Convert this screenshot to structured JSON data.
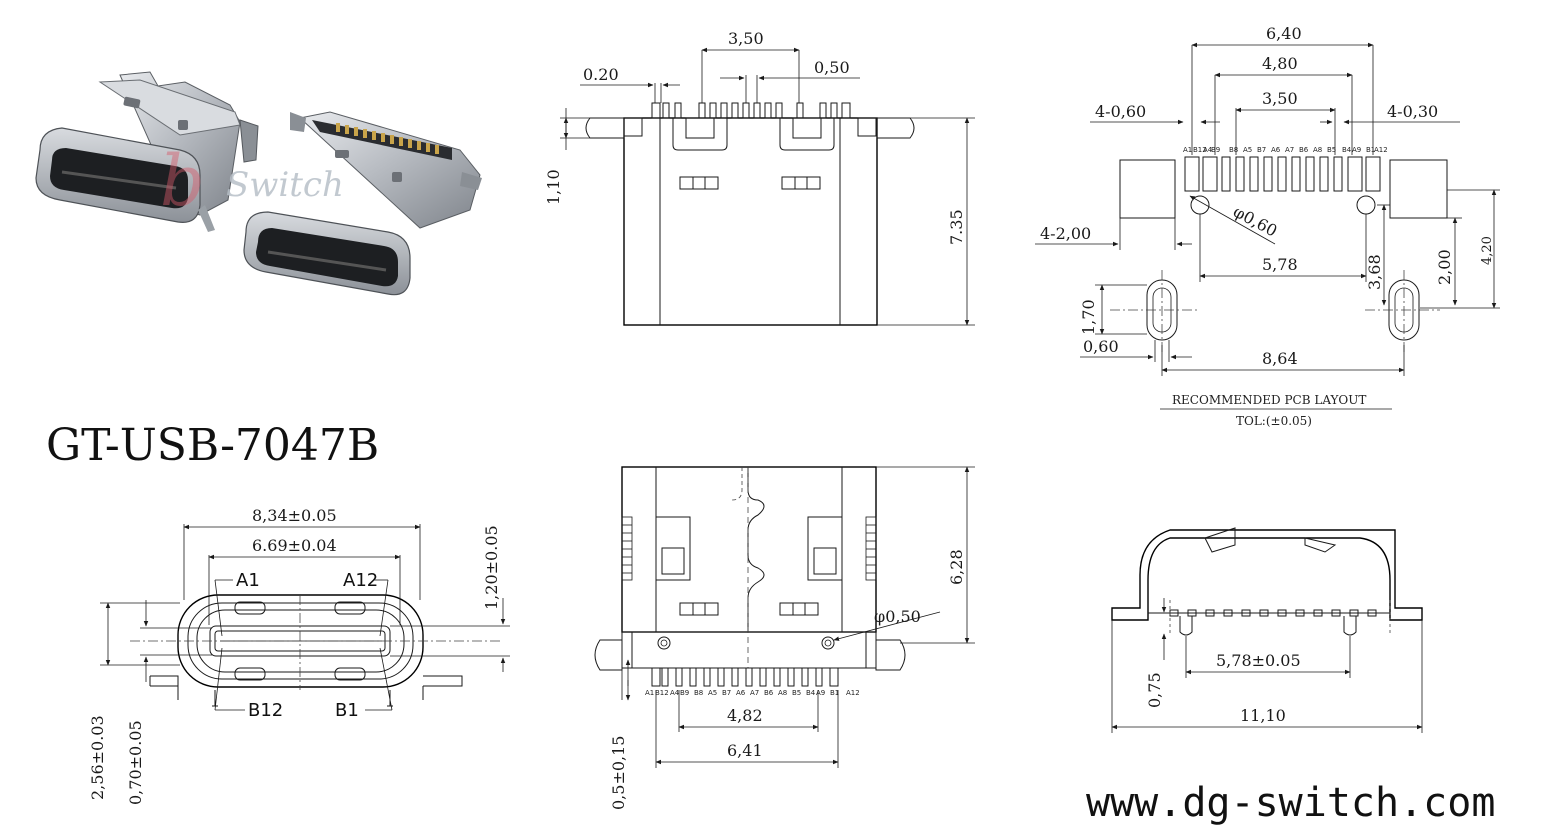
{
  "part_number": "GT-USB-7047B",
  "website": "www.dg-switch.com",
  "photo": {
    "watermark_brand": "Switch",
    "watermark_glyph": "b"
  },
  "top_view": {
    "dim_pitch_group": "3,50",
    "dim_pin_width": "0.20",
    "dim_pin_pitch": "0,50",
    "dim_tab_height": "1,10",
    "dim_body_length": "7.35"
  },
  "pcb_layout": {
    "dim_overall_pads": "6,40",
    "dim_mid_pads": "4,80",
    "dim_inner_pads": "3,50",
    "dim_pad_width_left": "4-0,60",
    "dim_pad_width_right": "4-0,30",
    "dim_hole_dia": "φ0,60",
    "dim_large_pad": "4-2,00",
    "dim_hole_spacing": "5,78",
    "dim_hole_offset": "3,68",
    "dim_slot_offset": "2,00",
    "dim_overall_height": "4,20",
    "dim_slot_length": "1,70",
    "dim_slot_width": "0,60",
    "dim_slot_spacing": "8,64",
    "pin_labels": [
      "A1",
      "B12",
      "A4",
      "B9",
      "B8",
      "A5",
      "B7",
      "A6",
      "A7",
      "B6",
      "A8",
      "B5",
      "B4",
      "A9",
      "B1",
      "A12"
    ],
    "title": "RECOMMENDED PCB LAYOUT",
    "tolerance": "TOL:(±0.05)"
  },
  "front_view": {
    "dim_outer_width": "8,34±0.05",
    "dim_inner_width": "6.69±0.04",
    "dim_tongue_offset": "1,20±0.05",
    "dim_height": "2,56±0.03",
    "dim_tongue_thickness": "0,70±0.05",
    "label_a1": "A1",
    "label_a12": "A12",
    "label_b12": "B12",
    "label_b1": "B1"
  },
  "bottom_view": {
    "dim_length": "6,28",
    "dim_post_dia": "φ0,50",
    "dim_inner_pins": "4,82",
    "dim_outer_pins": "6,41",
    "dim_standoff": "0,5±0,15",
    "pin_labels": [
      "A1",
      "B12",
      "A4",
      "B9",
      "B8",
      "A5",
      "B7",
      "A6",
      "A7",
      "B6",
      "A8",
      "B5",
      "B4",
      "A9",
      "B1",
      "A12"
    ]
  },
  "side_view": {
    "dim_post_spacing": "5,78±0.05",
    "dim_post_height": "0,75",
    "dim_overall_width": "11,10"
  }
}
